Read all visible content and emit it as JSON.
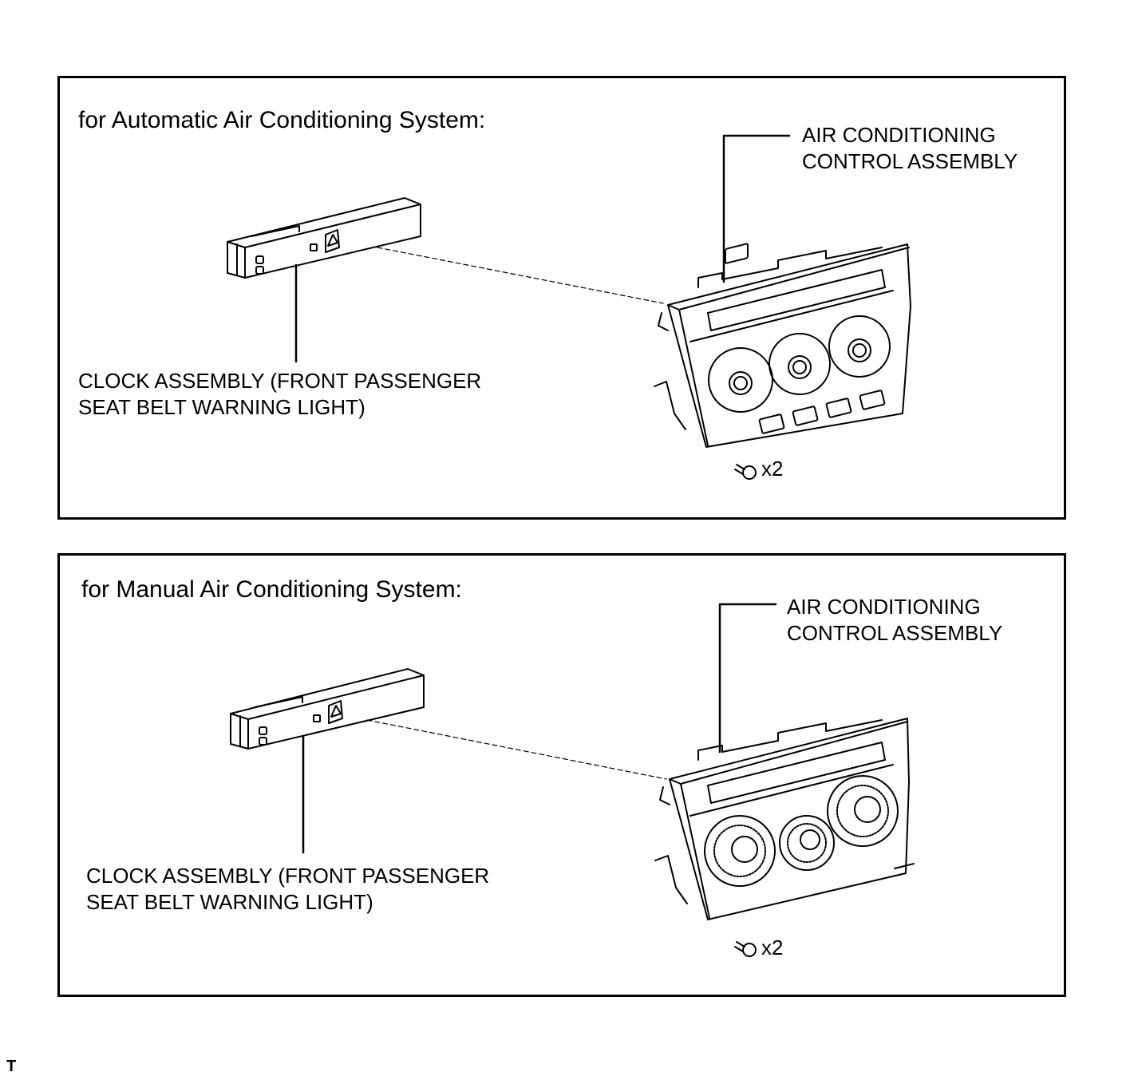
{
  "panels": [
    {
      "title": "for Automatic Air Conditioning System:",
      "ac_label_line1": "AIR CONDITIONING",
      "ac_label_line2": "CONTROL ASSEMBLY",
      "clock_label_line1": "CLOCK ASSEMBLY (FRONT PASSENGER",
      "clock_label_line2": "SEAT BELT WARNING LIGHT)",
      "screw_qty": "x2",
      "knob_style": "plain-knobs"
    },
    {
      "title": "for Manual Air Conditioning System:",
      "ac_label_line1": "AIR CONDITIONING",
      "ac_label_line2": "CONTROL ASSEMBLY",
      "clock_label_line1": "CLOCK ASSEMBLY (FRONT PASSENGER",
      "clock_label_line2": "SEAT BELT WARNING LIGHT)",
      "screw_qty": "x2",
      "knob_style": "ribbed-dials"
    }
  ],
  "footer_tag": "T"
}
